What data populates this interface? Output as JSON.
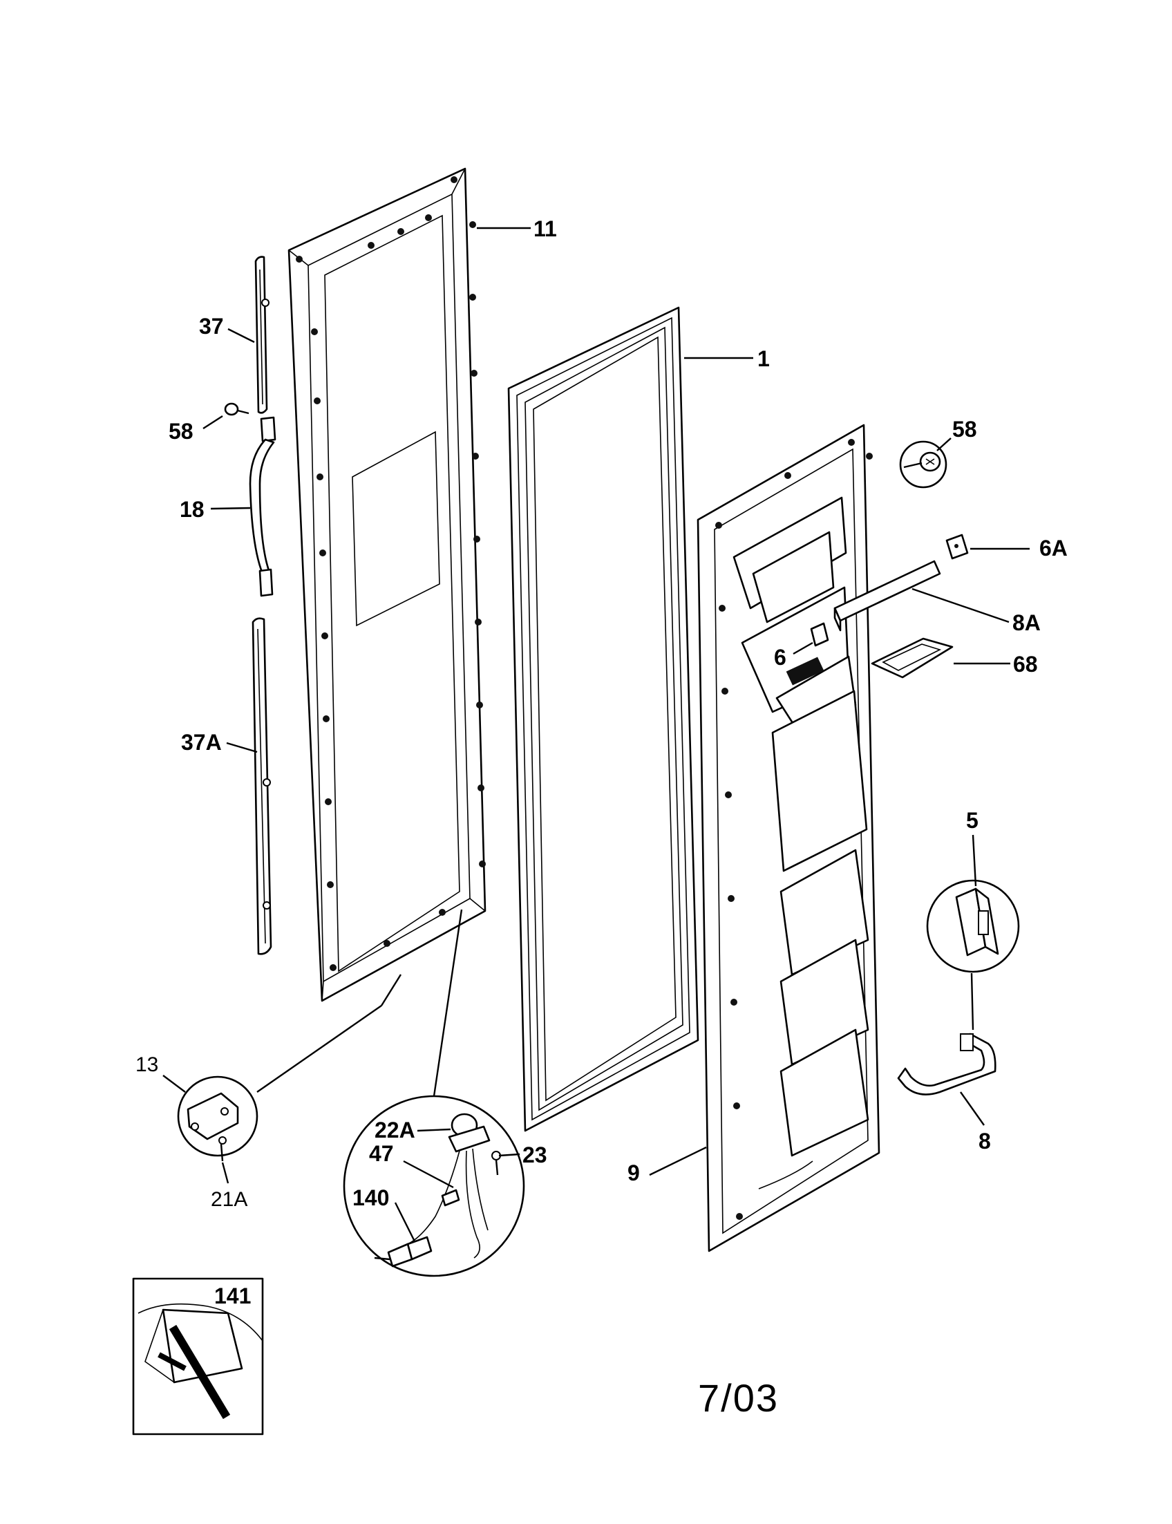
{
  "labels": {
    "p11": "11",
    "p37": "37",
    "p58a": "58",
    "p18": "18",
    "p37a": "37A",
    "p13": "13",
    "p21a": "21A",
    "p1": "1",
    "p58b": "58",
    "p6a": "6A",
    "p8a": "8A",
    "p6": "6",
    "p68": "68",
    "p5": "5",
    "p22a": "22A",
    "p47": "47",
    "p23": "23",
    "p140": "140",
    "p9": "9",
    "p8": "8",
    "p141": "141"
  },
  "date": "7/03"
}
